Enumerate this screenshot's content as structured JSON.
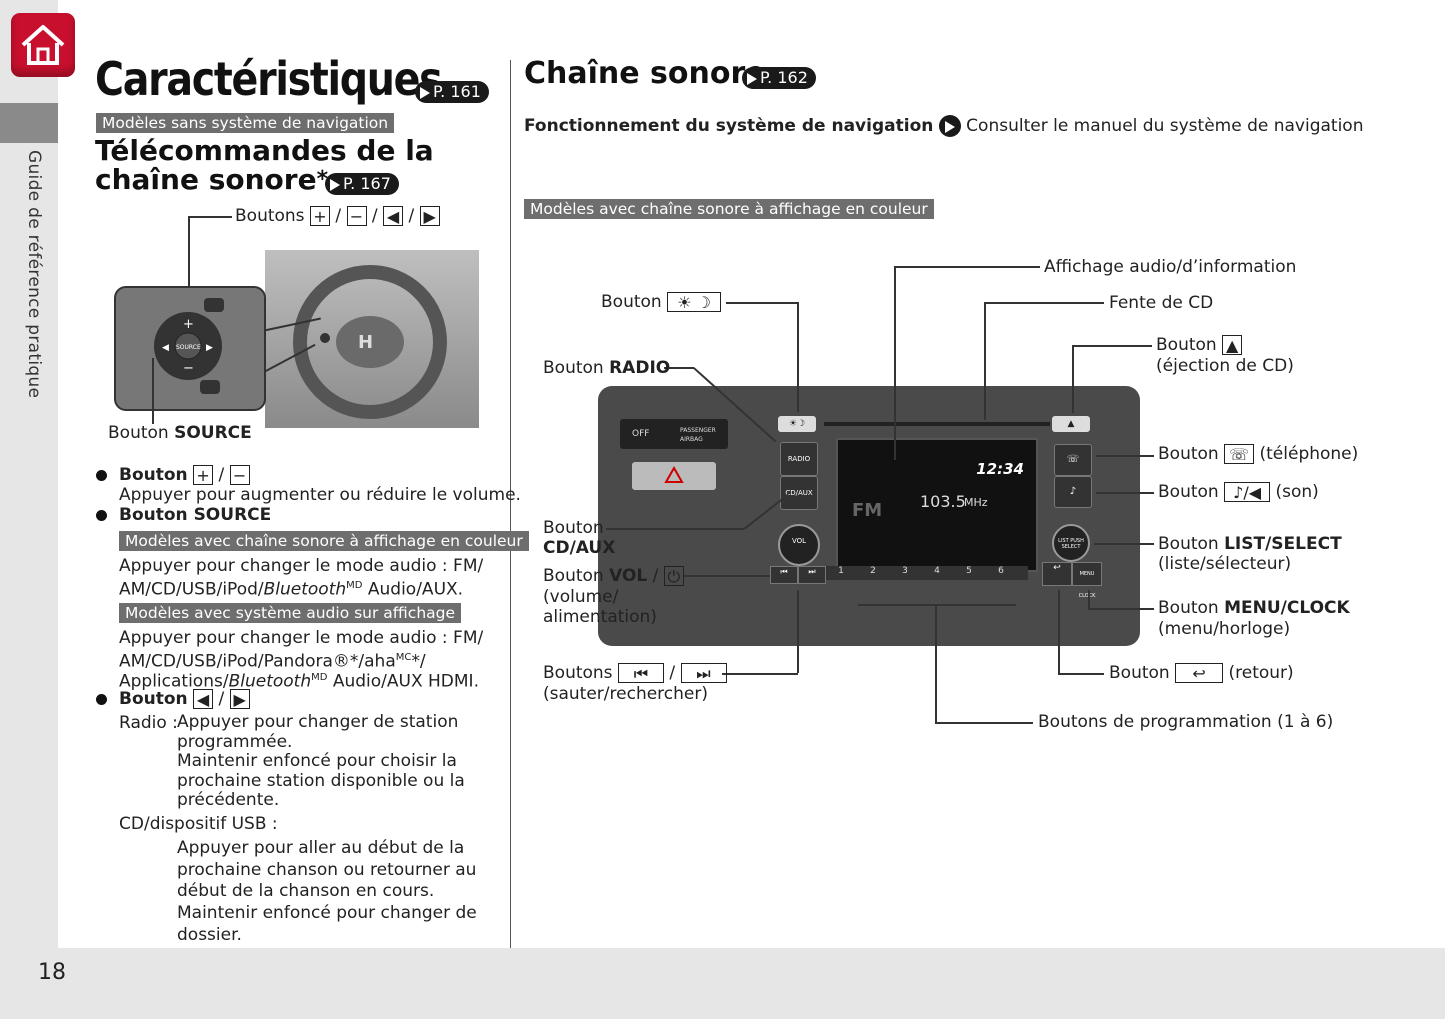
{
  "sidebar": {
    "label": "Guide de référence pratique",
    "page_number": "18"
  },
  "left": {
    "title": "Caractéristiques",
    "title_ref": "P. 161",
    "tag_nav": "Modèles sans système de navigation",
    "section_title_1": "Télécommandes de la",
    "section_title_2": "chaîne sonore",
    "section_star": "*",
    "section_ref": "P. 167",
    "label_boutons": "Boutons",
    "label_source_prefix": "Bouton",
    "label_source_bold": "SOURCE",
    "bullet1_label": "Bouton",
    "bullet1_text": "Appuyer pour augmenter ou réduire le volume.",
    "bullet2_label": "Bouton SOURCE",
    "tag_color": "Modèles avec chaîne sonore à affichage en couleur",
    "color_text_1": "Appuyer pour changer le mode audio : FM/",
    "color_text_2a": "AM/CD/USB/iPod/",
    "color_text_2b": "Bluetooth",
    "color_text_2c": "MD",
    "color_text_2d": " Audio/AUX.",
    "tag_display": "Modèles avec système audio sur affichage",
    "display_text_1": "Appuyer pour changer le mode audio : FM/",
    "display_text_2": "AM/CD/USB/iPod/Pandora®*/aha",
    "display_text_2sup": "MC",
    "display_text_2b": "*/",
    "display_text_3a": "Applications/",
    "display_text_3b": "Bluetooth",
    "display_text_3c": "MD",
    "display_text_3d": " Audio/AUX HDMI.",
    "bullet3_label": "Bouton",
    "radio_label": "Radio :",
    "radio_lines": [
      "Appuyer pour changer de station",
      "programmée.",
      "Maintenir enfoncé pour choisir la",
      "prochaine station disponible ou la",
      "précédente."
    ],
    "cd_label": "CD/dispositif USB :",
    "cd_lines": [
      "Appuyer pour aller au début de la",
      "prochaine chanson ou retourner au",
      "début de la chanson en cours.",
      "Maintenir enfoncé pour changer de",
      "dossier."
    ]
  },
  "right": {
    "title": "Chaîne sonore",
    "title_ref": "P. 162",
    "nav_bold": "Fonctionnement du système de navigation",
    "nav_text": "Consulter le manuel du système de navigation",
    "tag_color": "Modèles avec chaîne sonore à affichage en couleur",
    "callouts": {
      "display": "Affichage audio/d’information",
      "cd_slot": "Fente de CD",
      "eject_1": "Bouton",
      "eject_2": "(éjection de CD)",
      "phone_1": "Bouton",
      "phone_2": "(téléphone)",
      "sound_1": "Bouton",
      "sound_2": "(son)",
      "list_1": "Bouton ",
      "list_bold": "LIST/SELECT",
      "list_2": "(liste/sélecteur)",
      "menu_1": "Bouton ",
      "menu_bold": "MENU/CLOCK",
      "menu_2": "(menu/horloge)",
      "back_1": "Bouton",
      "back_2": "(retour)",
      "presets": "Boutons de programmation (1 à 6)",
      "day_night": "Bouton",
      "radio_1": "Bouton ",
      "radio_bold": "RADIO",
      "cdaux_1": "Bouton",
      "cdaux_bold": "CD/AUX",
      "vol_1": "Bouton ",
      "vol_bold": "VOL",
      "vol_2": "(volume/",
      "vol_3": "alimentation)",
      "skip_1": "Boutons",
      "skip_2": "(sauter/rechercher)"
    },
    "unit": {
      "airbag": "PASSENGER AIRBAG",
      "off": "OFF",
      "clock": "12:34",
      "freq": "103.5",
      "freq_unit": "MHz",
      "band": "FM",
      "radio_btn": "RADIO",
      "cdaux_btn": "CD/AUX",
      "vol_btn": "VOL",
      "list_btn": "LIST PUSH SELECT",
      "menu_btn": "MENU CLOCK",
      "presets": [
        "1",
        "2",
        "3",
        "4",
        "5",
        "6"
      ]
    }
  },
  "colors": {
    "home": "#c8102e",
    "tag": "#6e6e6e",
    "pill": "#1a1a1a",
    "sidebar": "#e6e6e6"
  }
}
